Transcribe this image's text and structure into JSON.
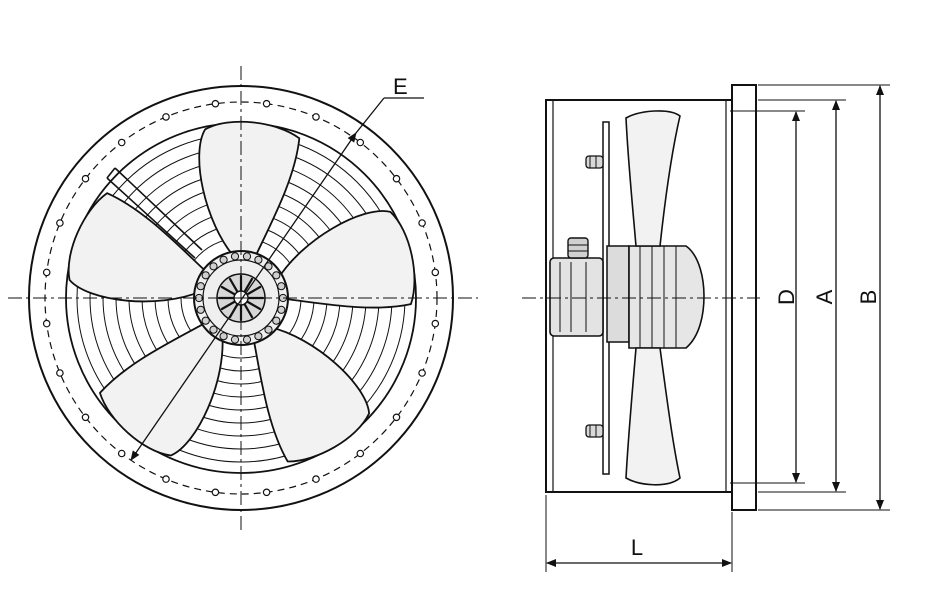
{
  "labels": {
    "E": "E",
    "D": "D",
    "A": "A",
    "B": "B",
    "L": "L"
  },
  "colors": {
    "line": "#111111",
    "blade_fill": "#f2f2f2",
    "motor_fill": "#e6e6e6",
    "motor_dark": "#c8c8c8",
    "background": "#ffffff"
  },
  "drawing": {
    "fan_blades": 5,
    "rim_bolt_holes": 24
  }
}
